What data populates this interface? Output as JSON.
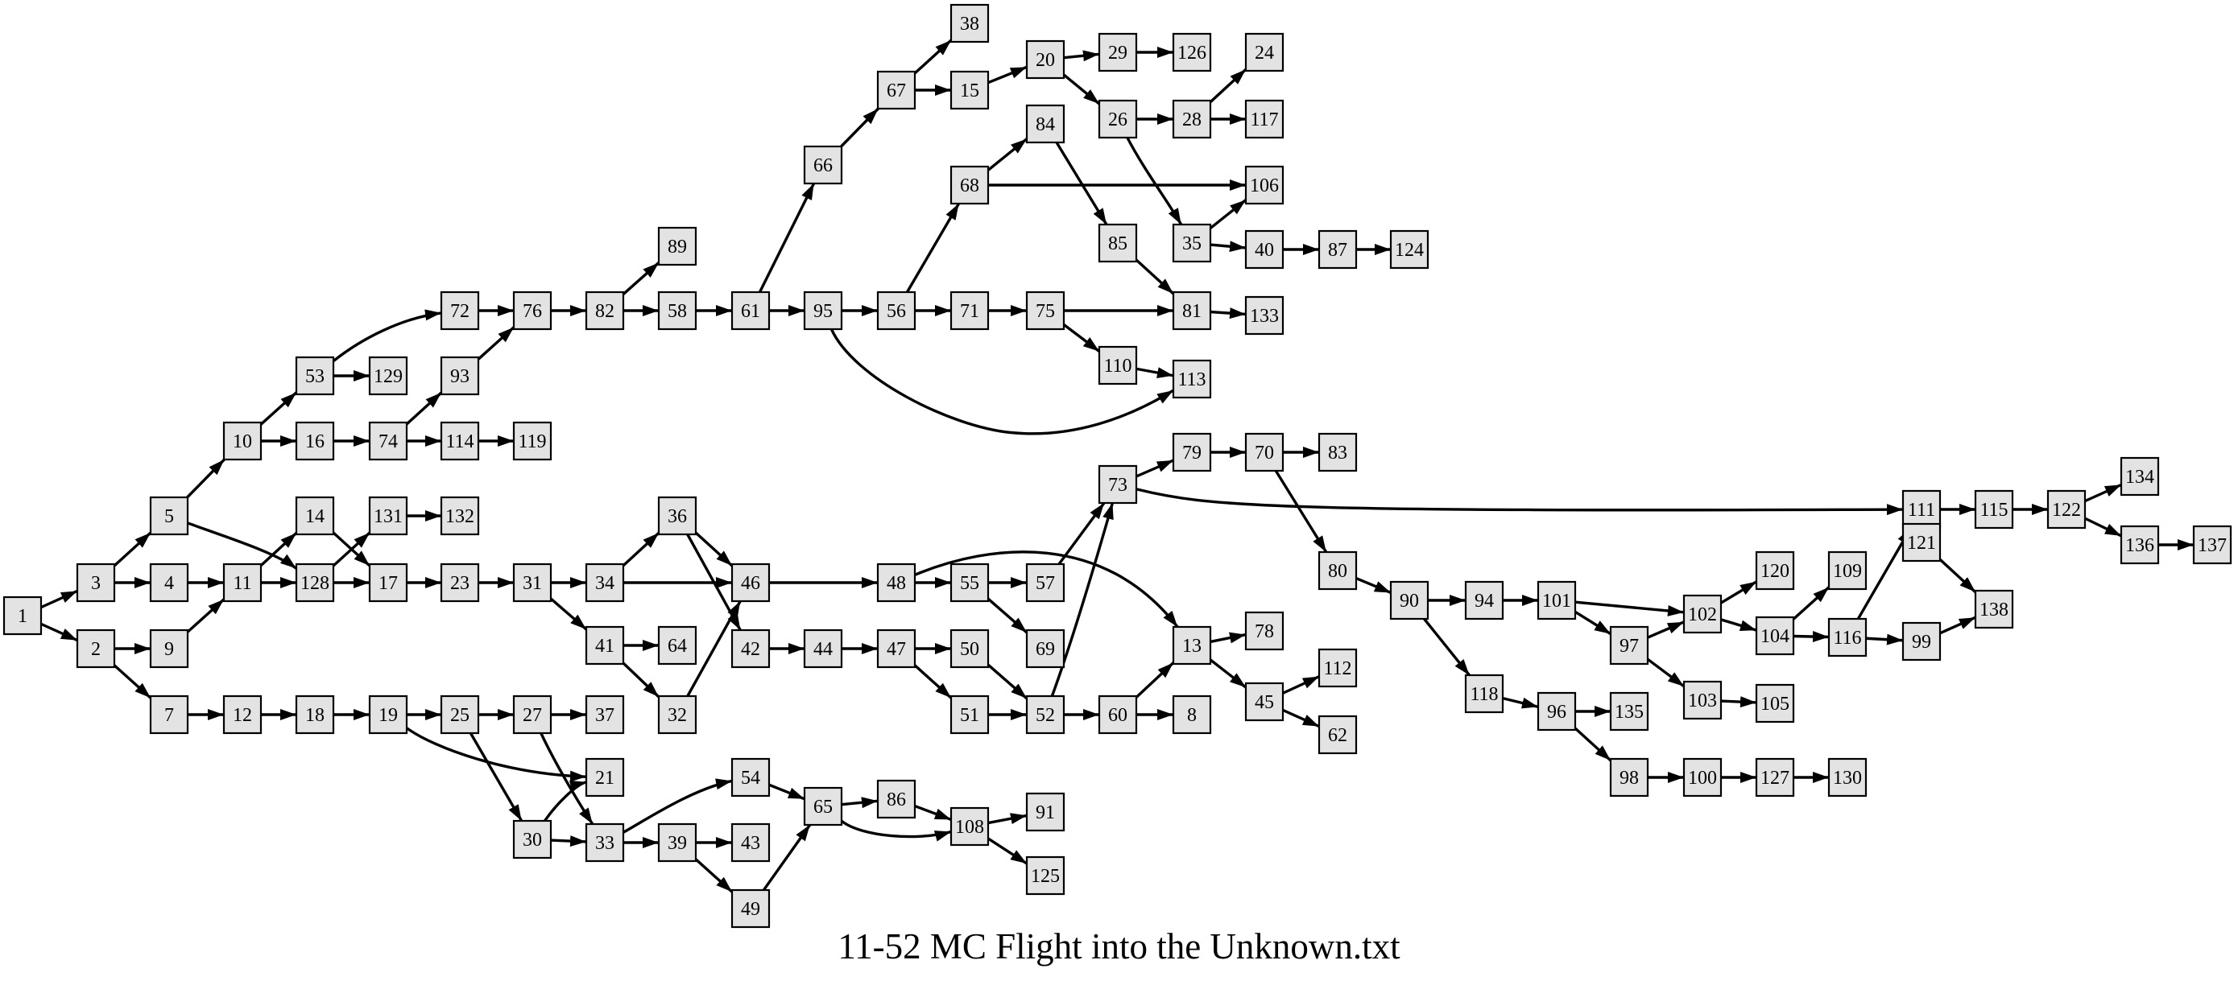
{
  "title": "11-52 MC Flight into the Unknown.txt",
  "colors": {
    "node_fill": "#e3e3e3",
    "stroke": "#000000",
    "background": "#ffffff"
  },
  "nodes": [
    "1",
    "2",
    "3",
    "4",
    "5",
    "7",
    "8",
    "9",
    "10",
    "11",
    "12",
    "13",
    "14",
    "15",
    "16",
    "17",
    "18",
    "19",
    "20",
    "21",
    "23",
    "24",
    "25",
    "26",
    "27",
    "28",
    "29",
    "30",
    "31",
    "32",
    "33",
    "34",
    "35",
    "36",
    "37",
    "38",
    "39",
    "40",
    "41",
    "42",
    "43",
    "44",
    "45",
    "46",
    "47",
    "48",
    "49",
    "50",
    "51",
    "52",
    "53",
    "54",
    "55",
    "56",
    "57",
    "58",
    "60",
    "61",
    "62",
    "64",
    "65",
    "66",
    "67",
    "68",
    "69",
    "70",
    "71",
    "72",
    "73",
    "74",
    "75",
    "76",
    "78",
    "79",
    "80",
    "81",
    "82",
    "83",
    "84",
    "85",
    "86",
    "87",
    "89",
    "90",
    "91",
    "93",
    "94",
    "95",
    "96",
    "97",
    "98",
    "99",
    "100",
    "101",
    "102",
    "103",
    "104",
    "105",
    "106",
    "108",
    "109",
    "110",
    "111",
    "112",
    "113",
    "114",
    "115",
    "116",
    "117",
    "118",
    "119",
    "120",
    "121",
    "122",
    "124",
    "125",
    "126",
    "127",
    "128",
    "129",
    "130",
    "131",
    "132",
    "133",
    "134",
    "135",
    "136",
    "137",
    "138"
  ],
  "edges": [
    [
      "1",
      "3"
    ],
    [
      "1",
      "2"
    ],
    [
      "3",
      "5"
    ],
    [
      "3",
      "4"
    ],
    [
      "2",
      "9"
    ],
    [
      "2",
      "7"
    ],
    [
      "5",
      "10"
    ],
    [
      "5",
      "128"
    ],
    [
      "4",
      "11"
    ],
    [
      "9",
      "11"
    ],
    [
      "7",
      "12"
    ],
    [
      "10",
      "53"
    ],
    [
      "10",
      "16"
    ],
    [
      "11",
      "14"
    ],
    [
      "11",
      "128"
    ],
    [
      "12",
      "18"
    ],
    [
      "53",
      "72"
    ],
    [
      "53",
      "129"
    ],
    [
      "16",
      "74"
    ],
    [
      "14",
      "17"
    ],
    [
      "128",
      "131"
    ],
    [
      "128",
      "17"
    ],
    [
      "18",
      "19"
    ],
    [
      "74",
      "93"
    ],
    [
      "74",
      "114"
    ],
    [
      "72",
      "76"
    ],
    [
      "93",
      "76"
    ],
    [
      "114",
      "119"
    ],
    [
      "131",
      "132"
    ],
    [
      "17",
      "23"
    ],
    [
      "19",
      "25"
    ],
    [
      "19",
      "21"
    ],
    [
      "76",
      "82"
    ],
    [
      "23",
      "31"
    ],
    [
      "25",
      "27"
    ],
    [
      "25",
      "30"
    ],
    [
      "82",
      "89"
    ],
    [
      "82",
      "58"
    ],
    [
      "31",
      "34"
    ],
    [
      "31",
      "41"
    ],
    [
      "27",
      "37"
    ],
    [
      "27",
      "33"
    ],
    [
      "30",
      "21"
    ],
    [
      "30",
      "33"
    ],
    [
      "58",
      "61"
    ],
    [
      "34",
      "36"
    ],
    [
      "34",
      "46"
    ],
    [
      "41",
      "64"
    ],
    [
      "41",
      "32"
    ],
    [
      "33",
      "54"
    ],
    [
      "33",
      "39"
    ],
    [
      "61",
      "66"
    ],
    [
      "61",
      "95"
    ],
    [
      "36",
      "46"
    ],
    [
      "36",
      "42"
    ],
    [
      "32",
      "46"
    ],
    [
      "39",
      "43"
    ],
    [
      "39",
      "49"
    ],
    [
      "66",
      "67"
    ],
    [
      "95",
      "56"
    ],
    [
      "95",
      "113"
    ],
    [
      "46",
      "48"
    ],
    [
      "42",
      "44"
    ],
    [
      "54",
      "65"
    ],
    [
      "49",
      "65"
    ],
    [
      "67",
      "38"
    ],
    [
      "67",
      "15"
    ],
    [
      "56",
      "68"
    ],
    [
      "56",
      "71"
    ],
    [
      "48",
      "55"
    ],
    [
      "48",
      "13"
    ],
    [
      "44",
      "47"
    ],
    [
      "65",
      "86"
    ],
    [
      "65",
      "108"
    ],
    [
      "15",
      "20"
    ],
    [
      "68",
      "84"
    ],
    [
      "68",
      "106"
    ],
    [
      "71",
      "75"
    ],
    [
      "55",
      "57"
    ],
    [
      "55",
      "69"
    ],
    [
      "47",
      "50"
    ],
    [
      "47",
      "51"
    ],
    [
      "86",
      "108"
    ],
    [
      "20",
      "29"
    ],
    [
      "20",
      "26"
    ],
    [
      "84",
      "85"
    ],
    [
      "75",
      "81"
    ],
    [
      "75",
      "110"
    ],
    [
      "57",
      "73"
    ],
    [
      "50",
      "52"
    ],
    [
      "51",
      "52"
    ],
    [
      "108",
      "91"
    ],
    [
      "108",
      "125"
    ],
    [
      "29",
      "126"
    ],
    [
      "26",
      "28"
    ],
    [
      "26",
      "35"
    ],
    [
      "85",
      "81"
    ],
    [
      "110",
      "113"
    ],
    [
      "73",
      "79"
    ],
    [
      "73",
      "111"
    ],
    [
      "52",
      "73"
    ],
    [
      "52",
      "60"
    ],
    [
      "28",
      "24"
    ],
    [
      "28",
      "117"
    ],
    [
      "35",
      "106"
    ],
    [
      "35",
      "40"
    ],
    [
      "81",
      "133"
    ],
    [
      "79",
      "70"
    ],
    [
      "60",
      "13"
    ],
    [
      "60",
      "8"
    ],
    [
      "40",
      "87"
    ],
    [
      "70",
      "83"
    ],
    [
      "70",
      "80"
    ],
    [
      "13",
      "78"
    ],
    [
      "13",
      "45"
    ],
    [
      "87",
      "124"
    ],
    [
      "80",
      "90"
    ],
    [
      "45",
      "112"
    ],
    [
      "45",
      "62"
    ],
    [
      "90",
      "94"
    ],
    [
      "90",
      "118"
    ],
    [
      "94",
      "101"
    ],
    [
      "118",
      "96"
    ],
    [
      "101",
      "102"
    ],
    [
      "101",
      "97"
    ],
    [
      "96",
      "135"
    ],
    [
      "96",
      "98"
    ],
    [
      "97",
      "102"
    ],
    [
      "97",
      "103"
    ],
    [
      "98",
      "100"
    ],
    [
      "102",
      "120"
    ],
    [
      "102",
      "104"
    ],
    [
      "103",
      "105"
    ],
    [
      "100",
      "127"
    ],
    [
      "104",
      "109"
    ],
    [
      "104",
      "116"
    ],
    [
      "127",
      "130"
    ],
    [
      "116",
      "111"
    ],
    [
      "116",
      "99"
    ],
    [
      "121",
      "138"
    ],
    [
      "111",
      "115"
    ],
    [
      "99",
      "138"
    ],
    [
      "115",
      "122"
    ],
    [
      "122",
      "134"
    ],
    [
      "122",
      "136"
    ],
    [
      "136",
      "137"
    ]
  ]
}
